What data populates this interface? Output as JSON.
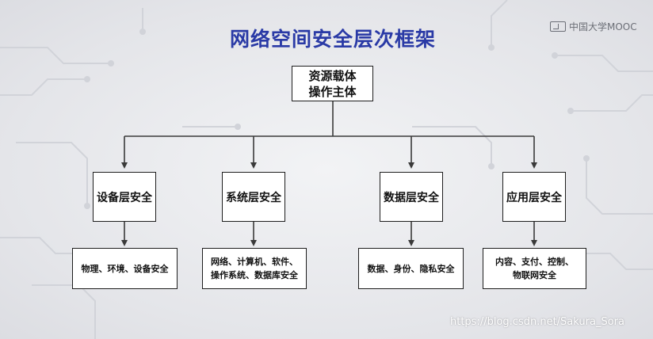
{
  "title": "网络空间安全层次框架",
  "logo_text": "中国大学MOOC",
  "root": "资源载体\n操作主体",
  "layers": [
    {
      "label": "设备层安全",
      "detail": "物理、环境、设备安全"
    },
    {
      "label": "系统层安全",
      "detail": "网络、计算机、软件、\n操作系统、数据库安全"
    },
    {
      "label": "数据层安全",
      "detail": "数据、身份、隐私安全"
    },
    {
      "label": "应用层安全",
      "detail": "内容、支付、控制、\n物联网安全"
    }
  ],
  "watermark": "https://blog.csdn.net/Sakura_Sora",
  "colors": {
    "title": "#2a3aa6",
    "lines": "#3a3a3a",
    "box_border": "#1e1e1e"
  }
}
